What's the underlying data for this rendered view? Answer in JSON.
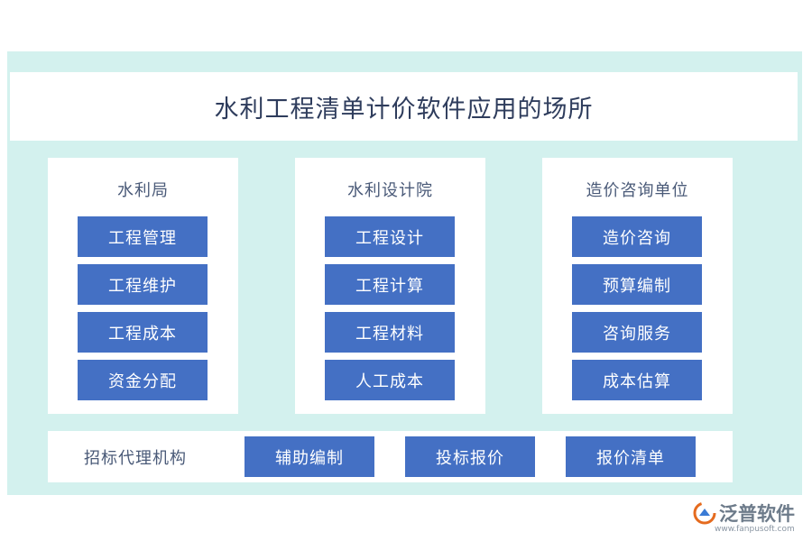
{
  "title": "水利工程清单计价软件应用的场所",
  "panels": [
    {
      "title": "水利局",
      "items": [
        "工程管理",
        "工程维护",
        "工程成本",
        "资金分配"
      ]
    },
    {
      "title": "水利设计院",
      "items": [
        "工程设计",
        "工程计算",
        "工程材料",
        "人工成本"
      ]
    },
    {
      "title": "造价咨询单位",
      "items": [
        "造价咨询",
        "预算编制",
        "咨询服务",
        "成本估算"
      ]
    }
  ],
  "bottom": {
    "label": "招标代理机构",
    "items": [
      "辅助编制",
      "投标报价",
      "报价清单"
    ]
  },
  "logo": {
    "name": "泛普软件",
    "url": "www.fanpusoft.com"
  },
  "colors": {
    "frame": "#d3f1ee",
    "button": "#4470c4",
    "title_text": "#2e3c5c"
  }
}
